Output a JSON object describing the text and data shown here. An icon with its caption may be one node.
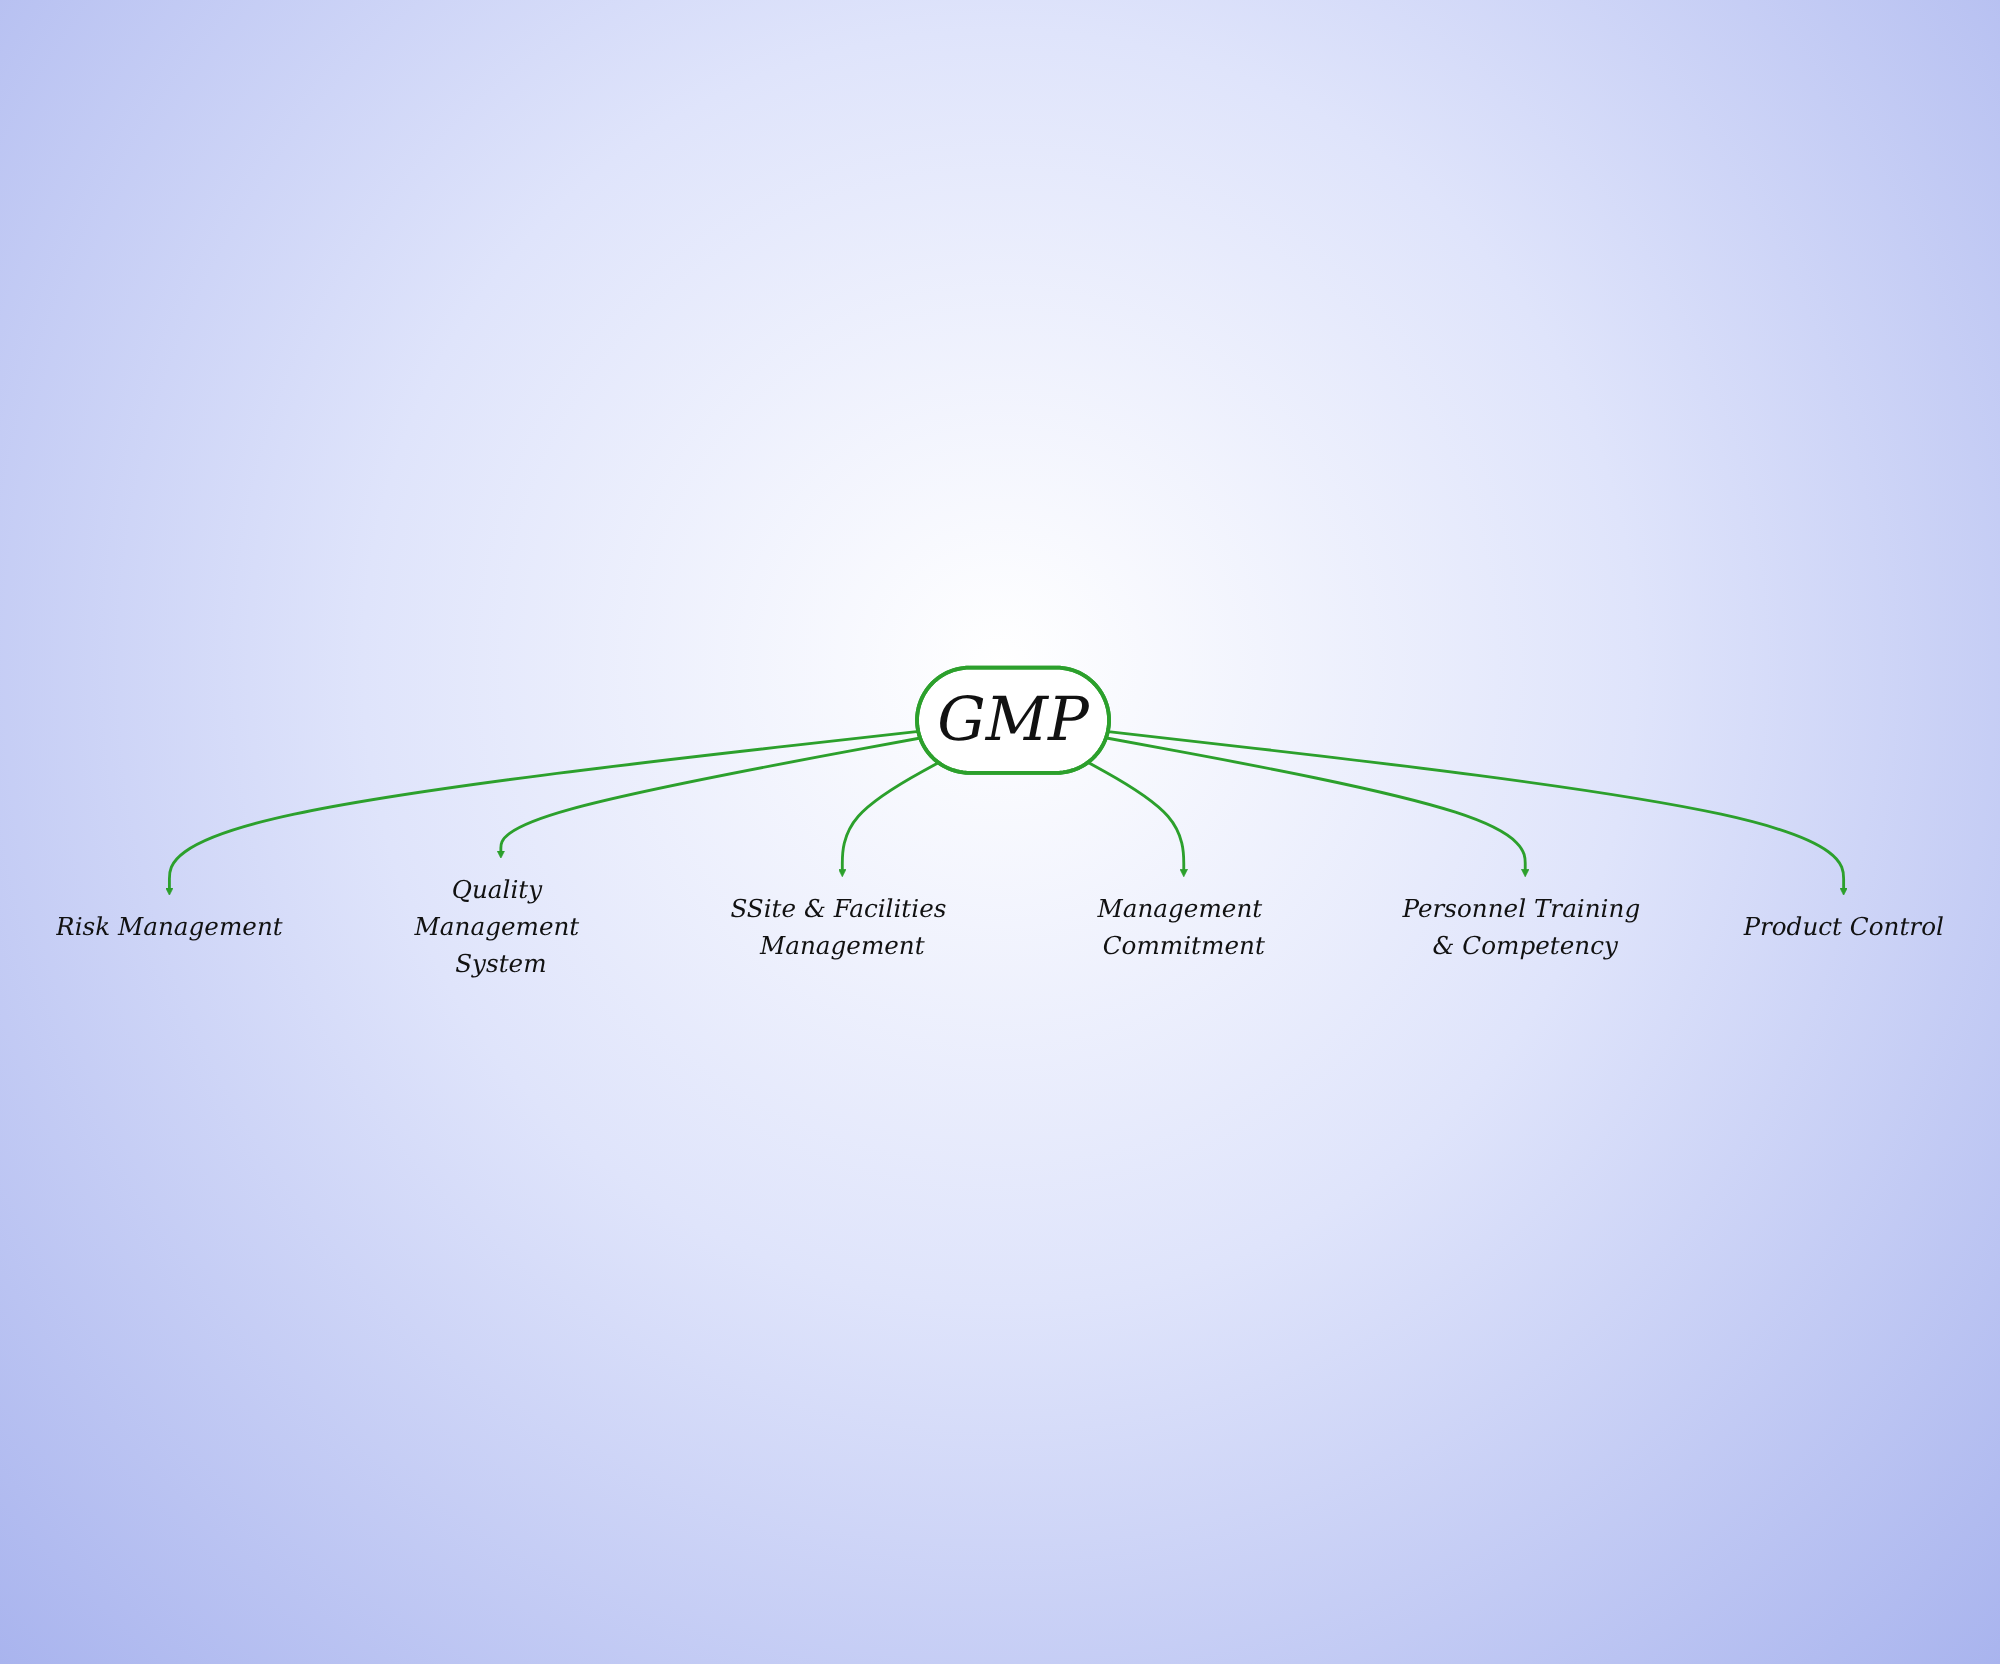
{
  "diagram": {
    "nodes": [
      {
        "text": [
          "Quality Management System"
        ]
      },
      {
        "text": [
          "Risk Management"
        ]
      },
      {
        "text": [
          "SSite & Facilities Management"
        ]
      },
      {
        "text": [
          "GMP"
        ]
      },
      {
        "text": [
          "Management Commitment"
        ]
      },
      {
        "text": [
          "Product Control"
        ]
      },
      {
        "text": [
          "Personnel Training & Competency"
        ]
      }
    ],
    "edges": [
      {
        "from": 3,
        "to": 1,
        "arrow": "to"
      },
      {
        "from": 3,
        "to": 0,
        "arrow": "to"
      },
      {
        "from": 3,
        "to": 2,
        "arrow": "to"
      },
      {
        "from": 3,
        "to": 4,
        "arrow": "to"
      },
      {
        "from": 3,
        "to": 6,
        "arrow": "to"
      },
      {
        "from": 3,
        "to": 5,
        "arrow": "to"
      }
    ]
  }
}
